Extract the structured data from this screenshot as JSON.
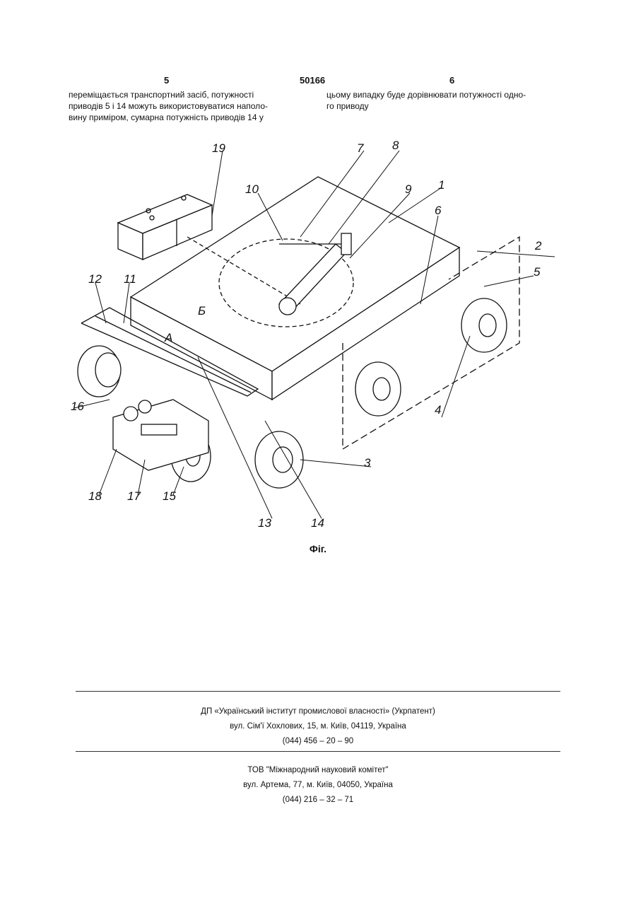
{
  "header": {
    "page_left": "5",
    "patent_number": "50166",
    "page_right": "6"
  },
  "text_left": [
    "переміщається транспортний засіб, потужності",
    "приводів 5 і 14 можуть використовуватися наполо-",
    "вину  приміром, сумарна потужність приводів 14 у"
  ],
  "text_right": [
    "цьому випадку буде дорівнювати потужності одно-",
    "го приводу"
  ],
  "figure": {
    "caption": "Фіг.",
    "labels": [
      "19",
      "7",
      "8",
      "10",
      "9",
      "1",
      "6",
      "2",
      "5",
      "12",
      "11",
      "Б",
      "А",
      "4",
      "16",
      "3",
      "18",
      "17",
      "15",
      "13",
      "14"
    ]
  },
  "footer": {
    "org1": {
      "name": "ДП «Український інститут промислової власності» (Укрпатент)",
      "address": "вул. Сім'ї Хохлових, 15, м. Київ, 04119, Україна",
      "phone": "(044) 456 – 20 –  90"
    },
    "org2": {
      "name": "ТОВ \"Міжнародний науковий комітет\"",
      "address": "вул. Артема, 77, м. Київ, 04050, Україна",
      "phone": "(044) 216 – 32 – 71"
    }
  }
}
